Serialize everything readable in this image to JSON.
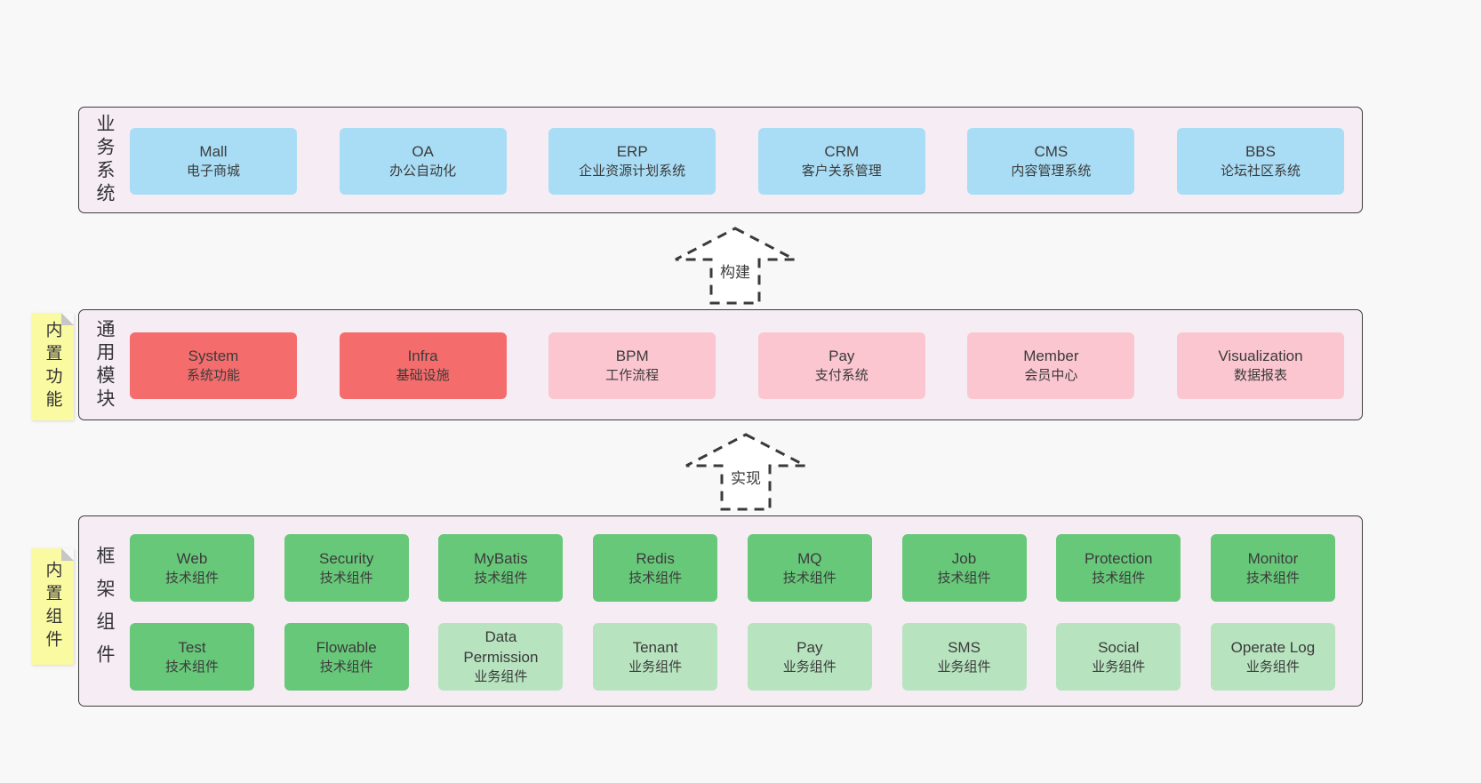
{
  "palette": {
    "page_bg": "#f8f8f8",
    "container_bg": "#f6ecf4",
    "note_bg": "#fafaa2",
    "blue": "#a9ddf5",
    "red": "#f56c6c",
    "pink": "#fbc6d0",
    "green": "#68c87a",
    "light_green": "#b7e3bf",
    "border": "#3d3d3d"
  },
  "arrows": [
    {
      "label": "构建"
    },
    {
      "label": "实现"
    }
  ],
  "layers": [
    {
      "label": "业务系统",
      "boxes": [
        {
          "title": "Mall",
          "subtitle": "电子商城"
        },
        {
          "title": "OA",
          "subtitle": "办公自动化"
        },
        {
          "title": "ERP",
          "subtitle": "企业资源计划系统"
        },
        {
          "title": "CRM",
          "subtitle": "客户关系管理"
        },
        {
          "title": "CMS",
          "subtitle": "内容管理系统"
        },
        {
          "title": "BBS",
          "subtitle": "论坛社区系统"
        }
      ]
    },
    {
      "label": "通用模块",
      "note": "内置功能",
      "boxes": [
        {
          "title": "System",
          "subtitle": "系统功能"
        },
        {
          "title": "Infra",
          "subtitle": "基础设施"
        },
        {
          "title": "BPM",
          "subtitle": "工作流程"
        },
        {
          "title": "Pay",
          "subtitle": "支付系统"
        },
        {
          "title": "Member",
          "subtitle": "会员中心"
        },
        {
          "title": "Visualization",
          "subtitle": "数据报表"
        }
      ]
    },
    {
      "label": "框架组件",
      "note": "内置组件",
      "rows": [
        {
          "boxes": [
            {
              "title": "Web",
              "subtitle": "技术组件"
            },
            {
              "title": "Security",
              "subtitle": "技术组件"
            },
            {
              "title": "MyBatis",
              "subtitle": "技术组件"
            },
            {
              "title": "Redis",
              "subtitle": "技术组件"
            },
            {
              "title": "MQ",
              "subtitle": "技术组件"
            },
            {
              "title": "Job",
              "subtitle": "技术组件"
            },
            {
              "title": "Protection",
              "subtitle": "技术组件"
            },
            {
              "title": "Monitor",
              "subtitle": "技术组件"
            }
          ]
        },
        {
          "boxes": [
            {
              "title": "Test",
              "subtitle": "技术组件"
            },
            {
              "title": "Flowable",
              "subtitle": "技术组件"
            },
            {
              "title": "Data Permission",
              "subtitle": "业务组件"
            },
            {
              "title": "Tenant",
              "subtitle": "业务组件"
            },
            {
              "title": "Pay",
              "subtitle": "业务组件"
            },
            {
              "title": "SMS",
              "subtitle": "业务组件"
            },
            {
              "title": "Social",
              "subtitle": "业务组件"
            },
            {
              "title": "Operate Log",
              "subtitle": "业务组件"
            }
          ]
        }
      ]
    }
  ]
}
